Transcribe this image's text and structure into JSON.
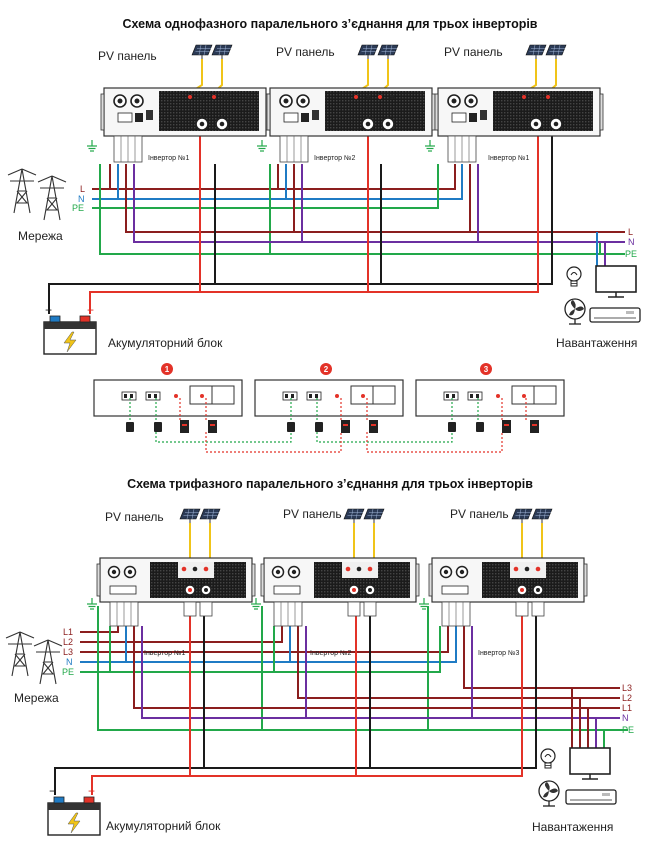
{
  "colors": {
    "L": "#8b1e1e",
    "N": "#1f7bc4",
    "PE": "#22a84a",
    "battery_pos": "#e33228",
    "battery_neg": "#1a1a1a",
    "parallel_comm": "#6b2fa0",
    "pv": "#f0c419",
    "number_badge": "#e33228"
  },
  "single_phase": {
    "title": "Схема однофазного паралельного з’єднання для трьох інверторів",
    "pv_labels": [
      "PV панель",
      "PV панель",
      "PV панель"
    ],
    "inverter_labels": [
      "Інвертор №1",
      "Інвертор №2",
      "Інвертор №1"
    ],
    "grid_label": "Мережа",
    "grid_lines": [
      "L",
      "N",
      "PE"
    ],
    "load_lines": [
      "L",
      "N",
      "PE"
    ],
    "battery_label": "Акумуляторний блок",
    "battery_minus": "−",
    "battery_plus": "+",
    "load_label": "Навантаження",
    "ground_icon": "ground-icon",
    "badges": [
      "1",
      "2",
      "3"
    ]
  },
  "three_phase": {
    "title": "Схема трифазного паралельного з’єднання для трьох інверторів",
    "pv_labels": [
      "PV панель",
      "PV панель",
      "PV панель"
    ],
    "inverter_labels": [
      "Інвертор №1",
      "Інвертор №2",
      "Інвертор №3"
    ],
    "grid_label": "Мережа",
    "grid_lines": [
      "L1",
      "L2",
      "L3",
      "N",
      "PE"
    ],
    "load_lines": [
      "L3",
      "L2",
      "L1",
      "N",
      "PE"
    ],
    "battery_label": "Акумуляторний блок",
    "battery_minus": "−",
    "battery_plus": "+",
    "load_label": "Навантаження"
  }
}
